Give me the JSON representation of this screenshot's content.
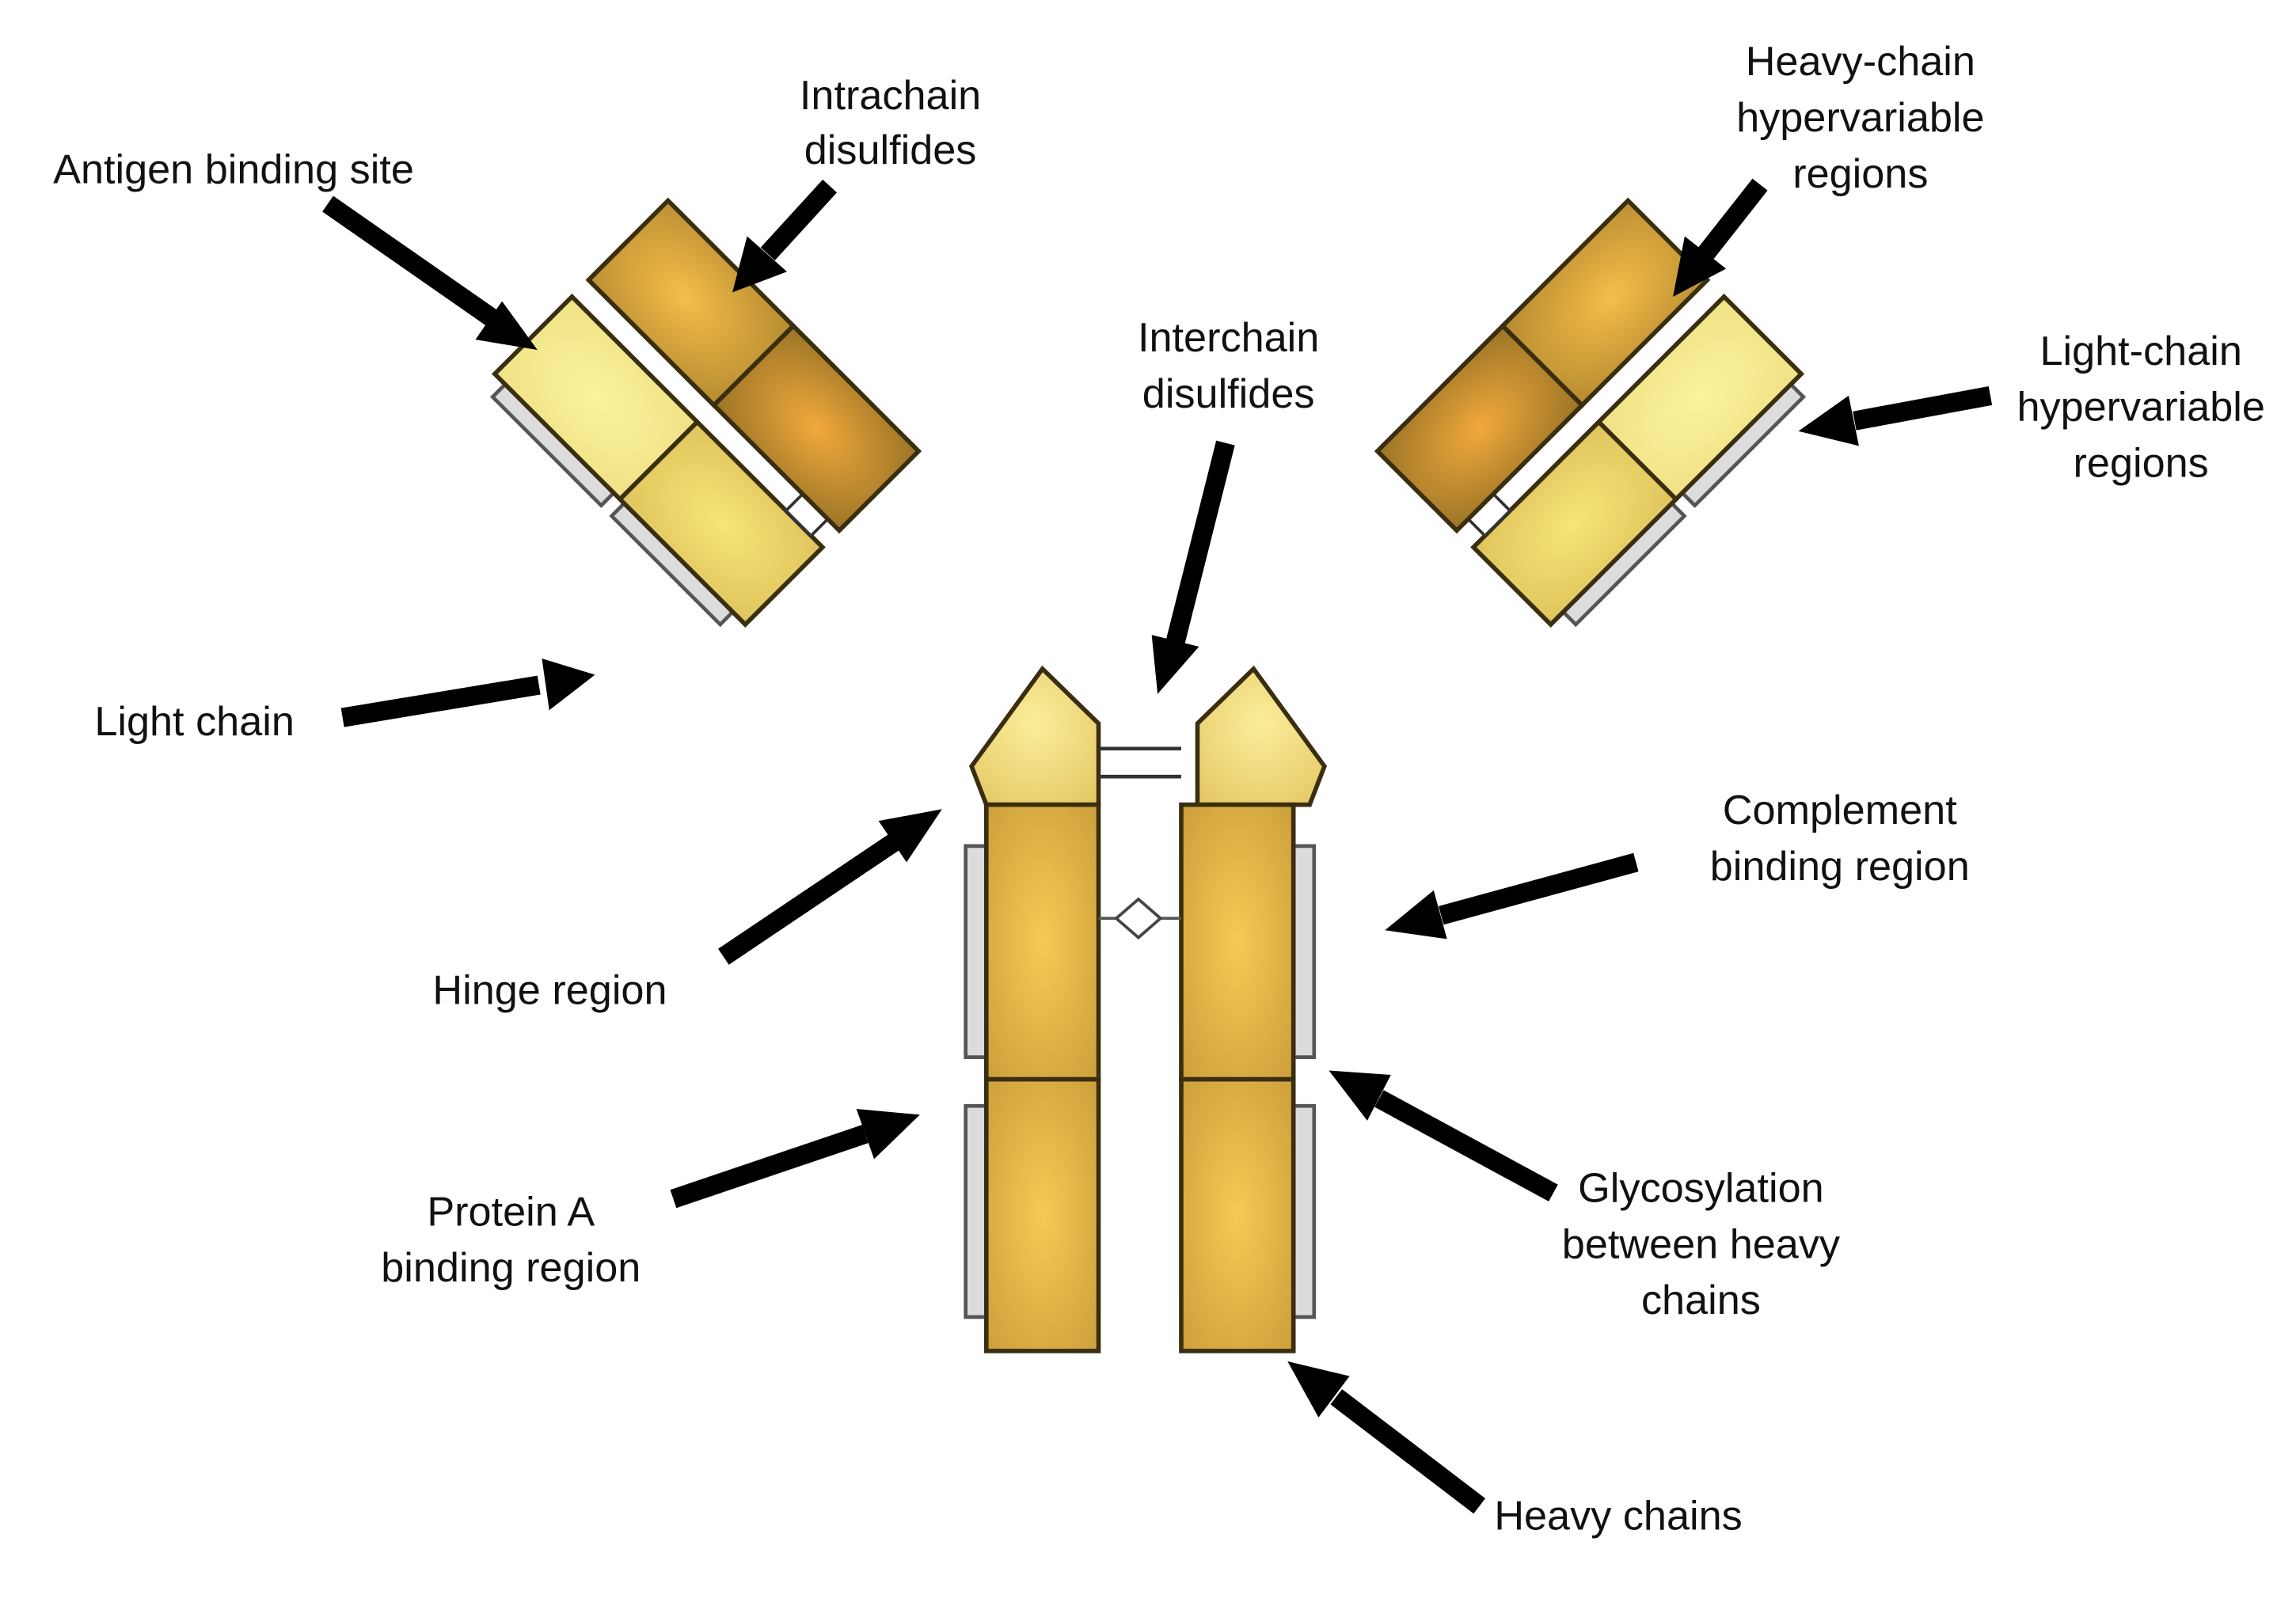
{
  "labels": {
    "antigen_binding_site": "Antigen binding site",
    "intrachain_disulfides": [
      "Intrachain",
      "disulfides"
    ],
    "heavy_chain_hypervariable": [
      "Heavy-chain",
      "hypervariable",
      "regions"
    ],
    "interchain_disulfides": [
      "Interchain",
      "disulfides"
    ],
    "light_chain_hypervariable": [
      "Light-chain",
      "hypervariable",
      "regions"
    ],
    "light_chain": "Light chain",
    "complement_binding": [
      "Complement",
      "binding region"
    ],
    "hinge_region": "Hinge region",
    "protein_a_binding": [
      "Protein A",
      "binding region"
    ],
    "glycosylation": [
      "Glycosylation",
      "between heavy",
      "chains"
    ],
    "heavy_chains": "Heavy chains"
  },
  "colors": {
    "heavy_dark": "#a87f2c",
    "heavy_mid": "#d6a63e",
    "light_pale": "#f7ec95",
    "light_mid": "#ecd46a",
    "bar_gray": "#dcdcdc",
    "arrow": "#000000"
  }
}
